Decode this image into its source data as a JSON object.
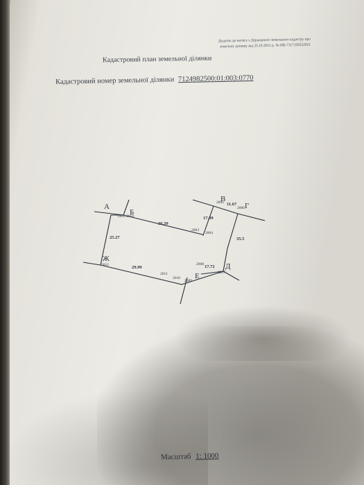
{
  "header_note": {
    "line1": "Додаток до витягу з Державного земельного кадастру про",
    "line2": "земельну ділянку від 25.10.2021 р. № НВ-7117158322021"
  },
  "title": "Кадастровий план земельної ділянки",
  "cadastral": {
    "label": "Кадастровий номер земельної ділянки",
    "number": "7124982500:01:003:0770"
  },
  "plan": {
    "vertices": {
      "a": "А",
      "b": "Б",
      "v": "В",
      "g": "Г",
      "d": "Д",
      "e": "Е",
      "zh": "Ж"
    },
    "lengths": {
      "b_mid": "36.39",
      "v_down": "17.99",
      "v_g": "11.67",
      "g_d": "35.5",
      "d_left": "17.72",
      "e_zh": "29.99",
      "zh_a": "25.27"
    },
    "point_ids": {
      "b_pt": "2001/2002",
      "mid_a": "2003",
      "mid_b": "2004",
      "v_pt": "2005",
      "g_pt": "2006",
      "d_pt": "2007",
      "d_top": "2008",
      "e_a": "2011",
      "e_b": "2010",
      "e_c": "2009",
      "zh_pt": "2012"
    }
  },
  "scale": {
    "label": "Масштаб",
    "ratio": "1: 1000"
  }
}
